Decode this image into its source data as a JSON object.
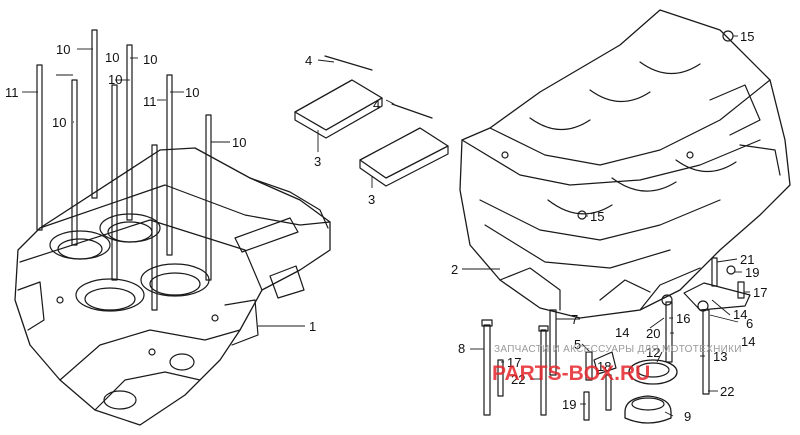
{
  "callouts": {
    "c1": "1",
    "c2": "2",
    "c3a": "3",
    "c3b": "3",
    "c4a": "4",
    "c4b": "4",
    "c5": "5",
    "c6": "6",
    "c7": "7",
    "c8": "8",
    "c9": "9",
    "c10a": "10",
    "c10b": "10",
    "c10c": "10",
    "c10d": "10",
    "c10e": "10",
    "c10f": "10",
    "c10g": "10",
    "c11a": "11",
    "c11b": "11",
    "c12": "12",
    "c13": "13",
    "c14a": "14",
    "c14b": "14",
    "c15a": "15",
    "c15b": "15",
    "c16": "16",
    "c17a": "17",
    "c17b": "17",
    "c18": "18",
    "c19a": "19",
    "c19b": "19",
    "c20": "20",
    "c21": "21",
    "c22a": "22",
    "c22b": "22"
  },
  "watermark": {
    "text": "ЗАПЧАСТИ И АКСЕССУАРЫ ДЛЯ МОТОТЕХНИКИ",
    "brand": "PARTS-BOX.RU",
    "brand_color": "#e5262c"
  }
}
